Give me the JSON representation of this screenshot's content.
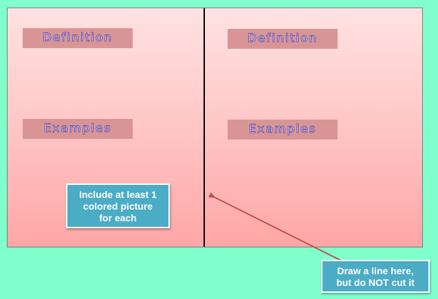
{
  "colors": {
    "background": "#80ffcc",
    "sheet_top": "#ffe2e2",
    "sheet_bottom": "#ffa6a6",
    "tag_fill": "#d99595",
    "tag_text_outline": "#4a3fb0",
    "note_fill": "#4bacc6",
    "arrow": "#c0504d"
  },
  "left_panel": {
    "definition_label": "Definition",
    "examples_label": "Examples"
  },
  "right_panel": {
    "definition_label": "Definition",
    "examples_label": "Examples"
  },
  "notes": {
    "picture_note": {
      "lines": [
        "Include at least 1",
        "colored picture",
        "for each"
      ]
    },
    "line_note": {
      "lines": [
        "Draw a line here,",
        "but do NOT cut it"
      ]
    }
  }
}
